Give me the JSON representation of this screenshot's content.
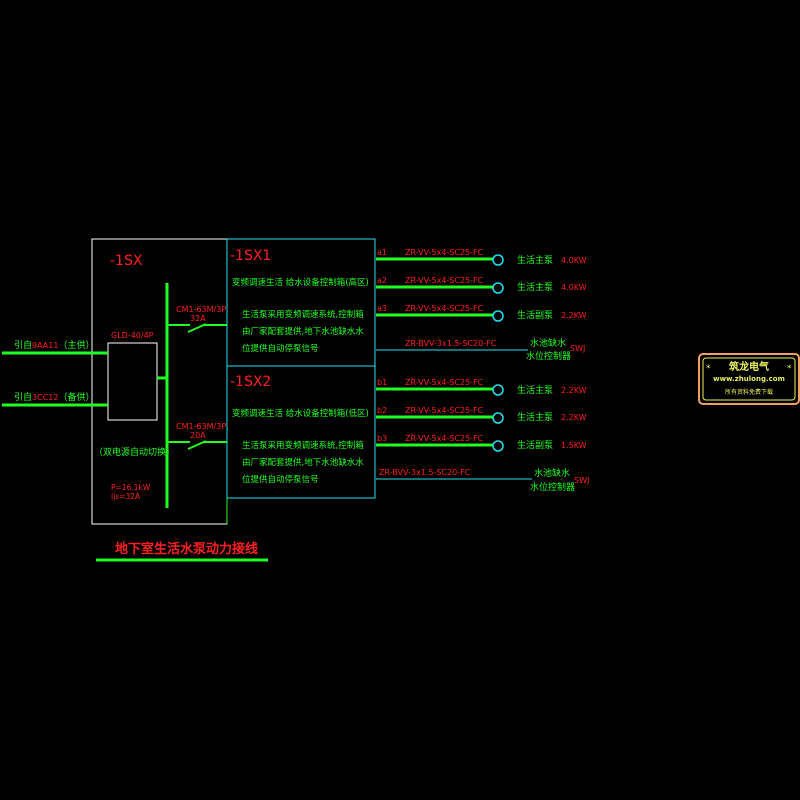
{
  "panel": {
    "id": "-1SX",
    "switch": "GLD-40/4P",
    "switch_note": "（双电源自动切换）",
    "power": "P=16.1kW",
    "current": "Ijs=32A"
  },
  "inputs": [
    {
      "prefix": "引自",
      "source": "9AA11",
      "role": "（主供）"
    },
    {
      "prefix": "引自",
      "source": "3CC12",
      "role": "（备供）"
    }
  ],
  "breakers": [
    {
      "model": "CM1-63M/3P",
      "rating": "32A"
    },
    {
      "model": "CM1-63M/3P",
      "rating": "20A"
    }
  ],
  "boxes": [
    {
      "id": "-1SX1",
      "title": "变频调速生活 给水设备控制箱(高区)",
      "note": [
        "生活泵采用变频调速系统,控制箱",
        "由厂家配套提供,地下水池缺水水",
        "位提供自动停泵信号"
      ]
    },
    {
      "id": "-1SX2",
      "title": "变频调速生活 给水设备控制箱(低区)",
      "note": [
        "生活泵采用变频调速系统,控制箱",
        "由厂家配套提供,地下水池缺水水",
        "位提供自动停泵信号"
      ]
    }
  ],
  "circuits": [
    {
      "id": "a1",
      "cable": "ZR-VV-5x4-SC25-FC",
      "load": "生活主泵",
      "power": "4.0KW"
    },
    {
      "id": "a2",
      "cable": "ZR-VV-5x4-SC25-FC",
      "load": "生活主泵",
      "power": "4.0KW"
    },
    {
      "id": "a3",
      "cable": "ZR-VV-5x4-SC25-FC",
      "load": "生活副泵",
      "power": "2.2KW"
    },
    {
      "id": "b1",
      "cable": "ZR-VV-5x4-SC25-FC",
      "load": "生活主泵",
      "power": "2.2KW"
    },
    {
      "id": "b2",
      "cable": "ZR-VV-5x4-SC25-FC",
      "load": "生活主泵",
      "power": "2.2KW"
    },
    {
      "id": "b3",
      "cable": "ZR-VV-5x4-SC25-FC",
      "load": "生活副泵",
      "power": "1.5KW"
    }
  ],
  "controls": [
    {
      "cable": "ZR-BVV-3x1.5-SC20-FC",
      "load1": "水池缺水",
      "load2": "水位控制器",
      "code": "SWJ"
    },
    {
      "cable": "ZR-BVV-3x1.5-SC20-FC",
      "load1": "水池缺水",
      "load2": "水位控制器",
      "code": "SWJ"
    }
  ],
  "title": "地下室生活水泵动力接线",
  "logo": {
    "name": "筑龙电气",
    "url": "www.zhulong.com",
    "slogan": "所有资料免费下载",
    "star": "*"
  },
  "colors": {
    "green": "#22ff22",
    "red": "#ff2020",
    "cyan": "#22e0f0",
    "white": "#ffffff"
  }
}
